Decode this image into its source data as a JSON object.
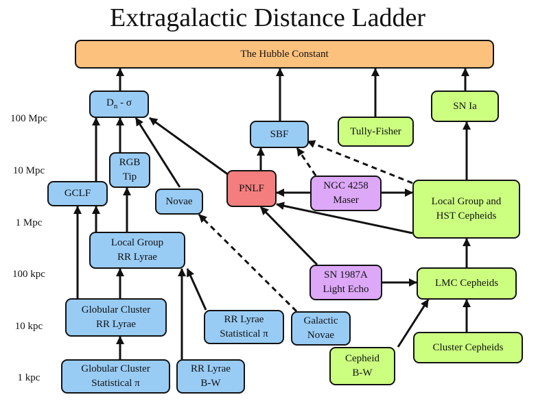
{
  "title": "Extragalactic Distance Ladder",
  "scale_ticks": [
    "100 Mpc",
    "10 Mpc",
    "1 Mpc",
    "100 kpc",
    "10 kpc",
    "1 kpc"
  ],
  "colors": {
    "blue_node": "#99ccf5",
    "green_node": "#ccff80",
    "purple_node": "#dda8f8",
    "red_node": "#f47e7e",
    "orange_node": "#fbc17d",
    "line": "#111111"
  },
  "nodes": {
    "hubble": "The Hubble Constant",
    "dn_sigma": {
      "main": "D",
      "sub": "n",
      "rest": " - σ"
    },
    "rgb_tip": [
      "RGB",
      "Tip"
    ],
    "gclf": "GCLF",
    "novae": "Novae",
    "local_group_rr": [
      "Local Group",
      "RR Lyrae"
    ],
    "globular_rr": [
      "Globular Cluster",
      "RR Lyrae"
    ],
    "globular_stat": [
      "Globular Cluster",
      "Statistical π"
    ],
    "rr_bw": [
      "RR Lyrae",
      "B-W"
    ],
    "rr_stat": [
      "RR Lyrae",
      "Statistical π"
    ],
    "galactic_novae": [
      "Galactic",
      "Novae"
    ],
    "sbf": "SBF",
    "pnlf": "PNLF",
    "ngc4258": [
      "NGC 4258",
      "Maser"
    ],
    "tully_fisher": "Tully-Fisher",
    "sn_ia": "SN Ia",
    "local_group_hst": [
      "Local Group and",
      "HST Cepheids"
    ],
    "sn1987a": [
      "SN 1987A",
      "Light Echo"
    ],
    "lmc": "LMC Cepheids",
    "cluster_cepheids": "Cluster Cepheids",
    "cepheid_bw": [
      "Cepheid",
      "B-W"
    ]
  }
}
